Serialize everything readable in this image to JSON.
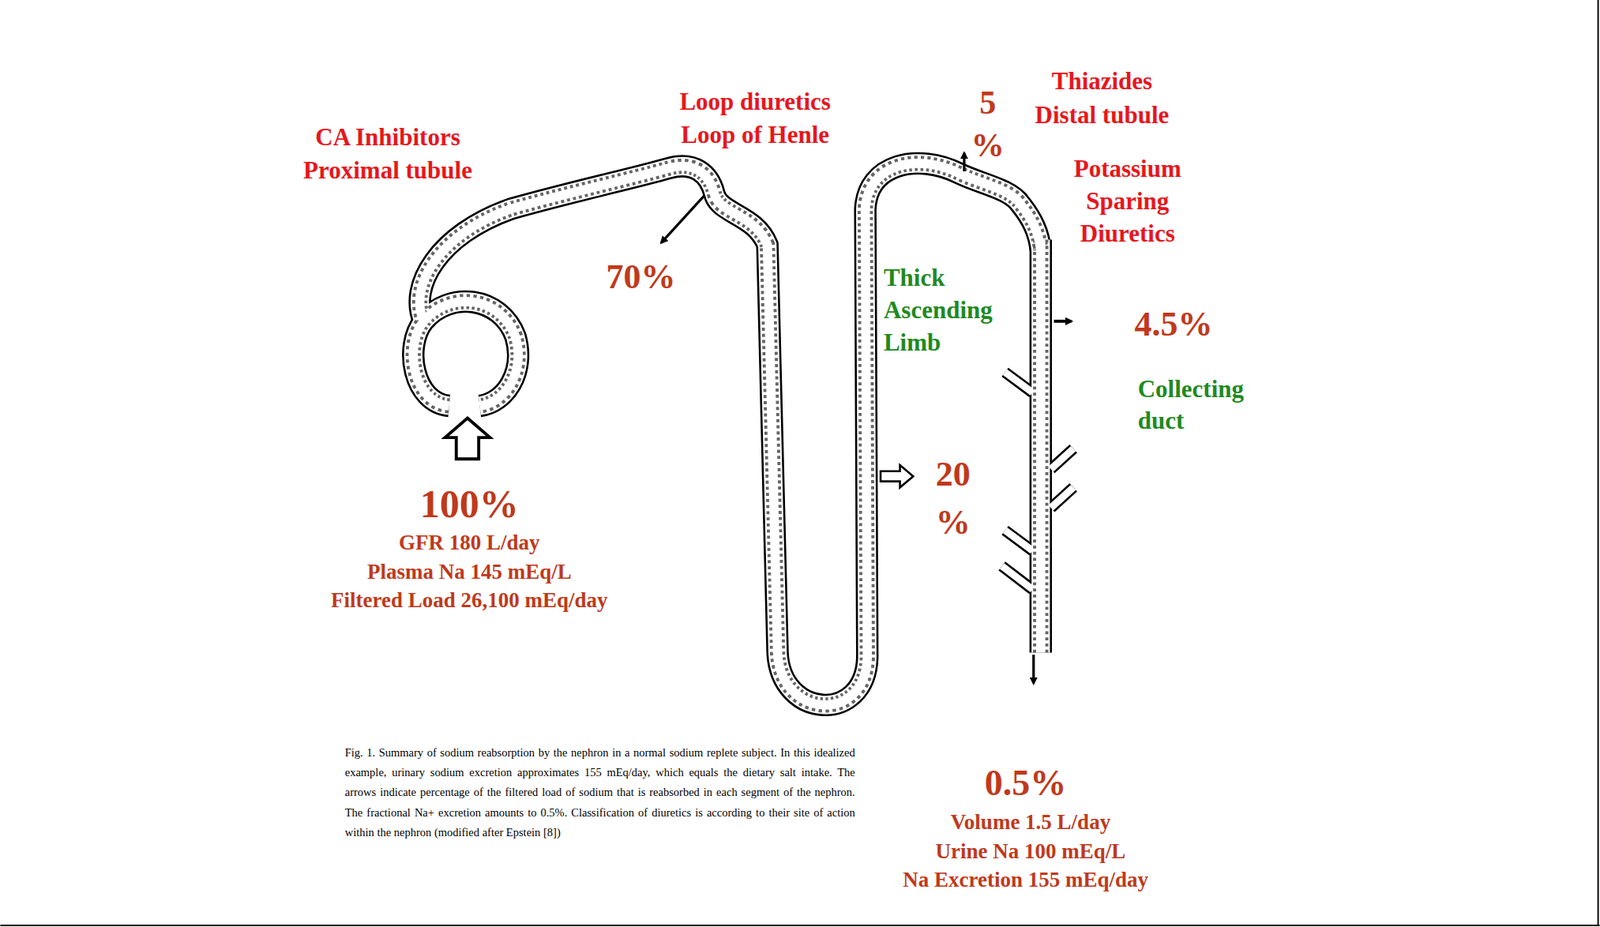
{
  "diagram": {
    "caption": "Fig. 1. Summary of sodium reabsorption by the nephron in a normal sodium replete subject. In this idealized example, urinary sodium excretion approximates 155 mEq/day, which equals the dietary salt intake. The arrows indicate percentage of the filtered load of sodium that is reabsorbed in each segment of the nephron. The fractional Na+ excretion amounts to 0.5%. Classification of diuretics is according to their site of action within the nephron (modified after Epstein [8])",
    "labels": [
      "CA Inhibitors",
      "Proximal tubule",
      "Loop diuretics",
      "Loop of Henle",
      "5 %",
      "Thiazides",
      "Distal tubule",
      "Potassium Sparing Diuretics",
      "70%",
      "Thick Ascending Limb",
      "4.5%",
      "Collecting duct",
      "20 %",
      "100%",
      "GFR 180 L/day",
      "Plasma Na 145 mEq/L",
      "Filtered Load 26,100 mEq/day",
      "0.5%",
      "Volume 1.5 L/day",
      "Urine Na 100 mEq/L",
      "Na Excretion 155 mEq/day"
    ]
  }
}
